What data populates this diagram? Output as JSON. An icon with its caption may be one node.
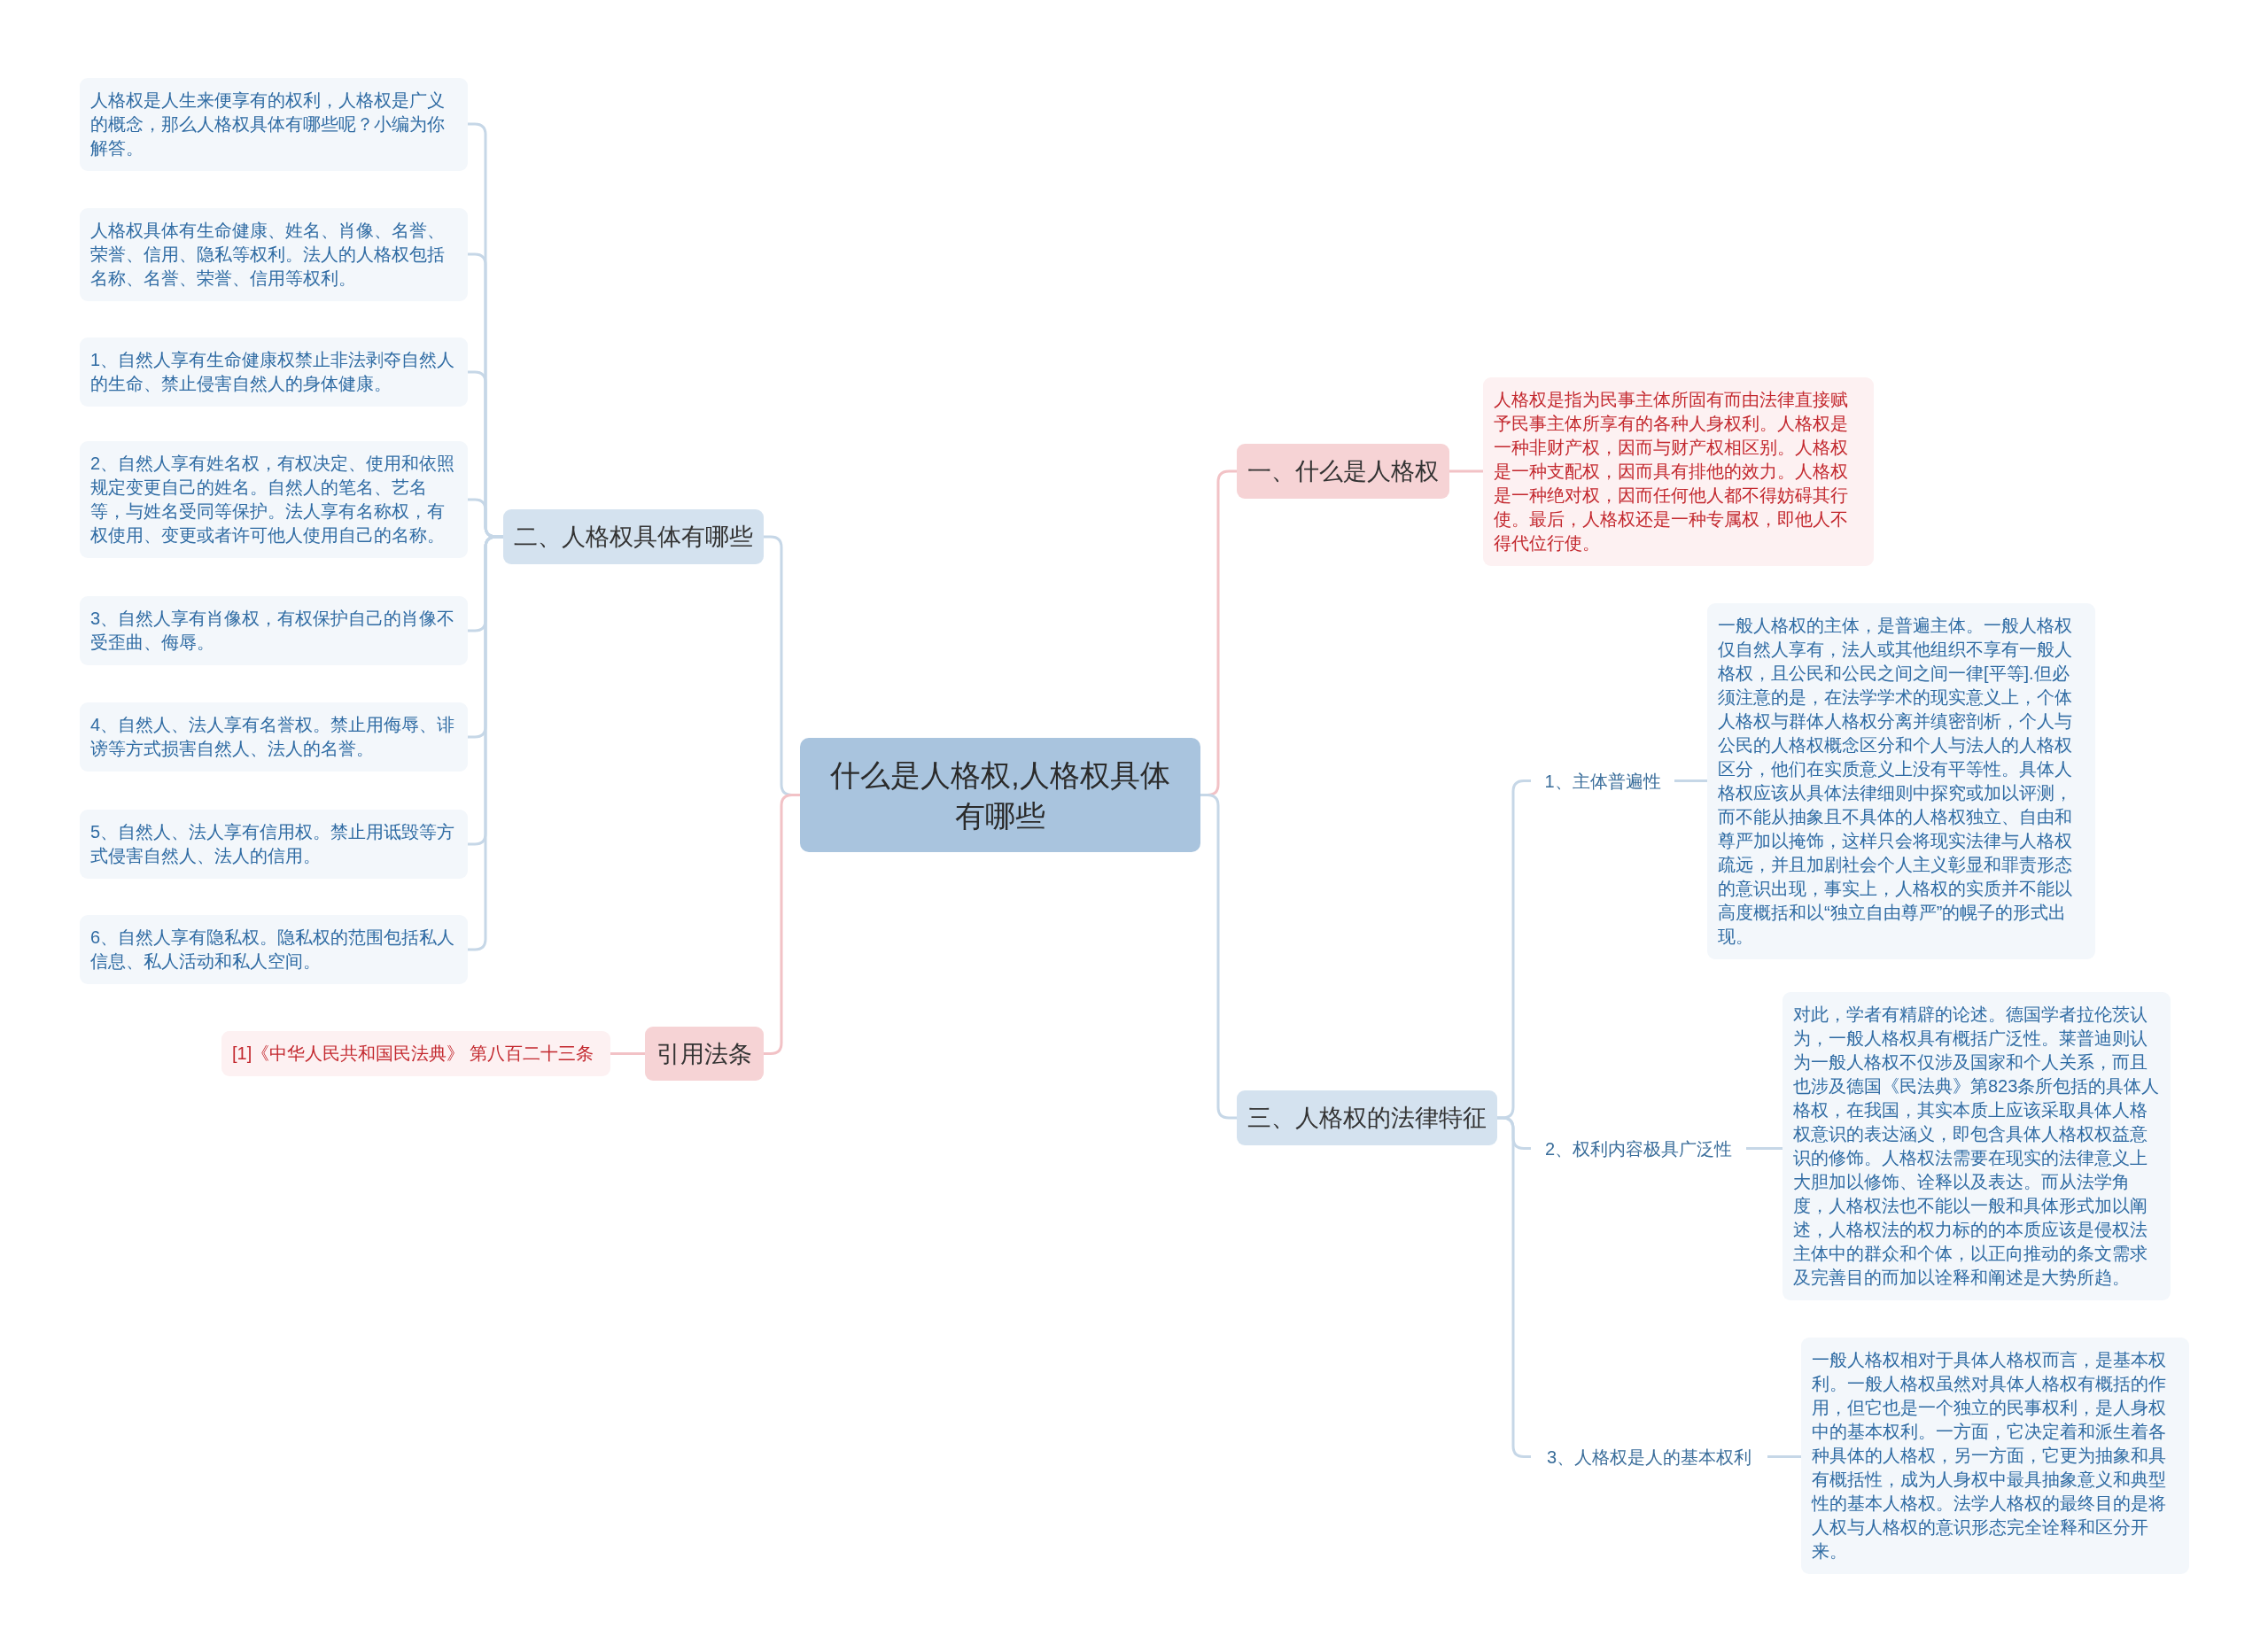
{
  "diagram": {
    "nodes": [
      {
        "text": [
          "什么是人格权,人格权具体有哪些"
        ]
      },
      {
        "text": [
          "一、什么是人格权"
        ]
      },
      {
        "text": [
          "人格权是指为民事主体所固有而由法律直接赋予民事主体所享有的各种人身权利。人格权是一种非财产权，因而与财产权相区别。人格权是一种支配权，因而具有排他的效力。人格权是一种绝对权，因而任何他人都不得妨碍其行使。最后，人格权还是一种专属权，即他人不得代位行使。"
        ]
      },
      {
        "text": [
          "二、人格权具体有哪些"
        ]
      },
      {
        "text": [
          "人格权是人生来便享有的权利，人格权是广义的概念，那么人格权具体有哪些呢？小编为你解答。"
        ]
      },
      {
        "text": [
          "人格权具体有生命健康、姓名、肖像、名誉、荣誉、信用、隐私等权利。法人的人格权包括名称、名誉、荣誉、信用等权利。"
        ]
      },
      {
        "text": [
          "1、自然人享有生命健康权禁止非法剥夺自然人的生命、禁止侵害自然人的身体健康。"
        ]
      },
      {
        "text": [
          "2、自然人享有姓名权，有权决定、使用和依照规定变更自己的姓名。自然人的笔名、艺名等，与姓名受同等保护。法人享有名称权，有权使用、变更或者许可他人使用自己的名称。"
        ]
      },
      {
        "text": [
          "3、自然人享有肖像权，有权保护自己的肖像不受歪曲、侮辱。"
        ]
      },
      {
        "text": [
          "4、自然人、法人享有名誉权。禁止用侮辱、诽谤等方式损害自然人、法人的名誉。"
        ]
      },
      {
        "text": [
          "5、自然人、法人享有信用权。禁止用诋毁等方式侵害自然人、法人的信用。"
        ]
      },
      {
        "text": [
          "6、自然人享有隐私权。隐私权的范围包括私人信息、私人活动和私人空间。"
        ]
      },
      {
        "text": [
          "三、人格权的法律特征"
        ]
      },
      {
        "text": [
          "1、主体普遍性"
        ]
      },
      {
        "text": [
          "一般人格权的主体，是普遍主体。一般人格权仅自然人享有，法人或其他组织不享有一般人格权，且公民和公民之间之间一律[平等].但必须注意的是，在法学学术的现实意义上，个体人格权与群体人格权分离并缜密剖析，个人与公民的人格权概念区分和个人与法人的人格权区分，他们在实质意义上没有平等性。具体人格权应该从具体法律细则中探究或加以评测，而不能从抽象且不具体的人格权独立、自由和尊严加以掩饰，这样只会将现实法律与人格权疏远，并且加剧社会个人主义彰显和罪责形态的意识出现，事实上，人格权的实质并不能以高度概括和以“独立自由尊严”的幌子的形式出现。"
        ]
      },
      {
        "text": [
          "2、权利内容极具广泛性"
        ]
      },
      {
        "text": [
          "对此，学者有精辟的论述。德国学者拉伦茨认为，一般人格权具有概括广泛性。莱普迪则认为一般人格权不仅涉及国家和个人关系，而且也涉及德国《民法典》第823条所包括的具体人格权，在我国，其实本质上应该采取具体人格权意识的表达涵义，即包含具体人格权权益意识的修饰。人格权法需要在现实的法律意义上大胆加以修饰、诠释以及表达。而从法学角度，人格权法也不能以一般和具体形式加以阐述，人格权法的权力标的的本质应该是侵权法主体中的群众和个体，以正向推动的条文需求及完善目的而加以诠释和阐述是大势所趋。"
        ]
      },
      {
        "text": [
          "3、人格权是人的基本权利"
        ]
      },
      {
        "text": [
          "一般人格权相对于具体人格权而言，是基本权利。一般人格权虽然对具体人格权有概括的作用，但它也是一个独立的民事权利，是人身权中的基本权利。一方面，它决定着和派生着各种具体的人格权，另一方面，它更为抽象和具有概括性，成为人身权中最具抽象意义和典型性的基本人格权。法学人格权的最终目的是将人权与人格权的意识形态完全诠释和区分开来。"
        ]
      },
      {
        "text": [
          "引用法条"
        ]
      },
      {
        "text": [
          "[1]《中华人民共和国民法典》 第八百二十三条"
        ]
      }
    ],
    "edges": [
      {
        "from": 0,
        "to": 1,
        "arrow": "none",
        "color": "#f2c2c6"
      },
      {
        "from": 1,
        "to": 2,
        "arrow": "none",
        "color": "#f2c2c6"
      },
      {
        "from": 0,
        "to": 3,
        "arrow": "none"
      },
      {
        "from": 3,
        "to": 4,
        "arrow": "none"
      },
      {
        "from": 3,
        "to": 5,
        "arrow": "none"
      },
      {
        "from": 3,
        "to": 6,
        "arrow": "none"
      },
      {
        "from": 3,
        "to": 7,
        "arrow": "none"
      },
      {
        "from": 3,
        "to": 8,
        "arrow": "none"
      },
      {
        "from": 3,
        "to": 9,
        "arrow": "none"
      },
      {
        "from": 3,
        "to": 10,
        "arrow": "none"
      },
      {
        "from": 3,
        "to": 11,
        "arrow": "none"
      },
      {
        "from": 0,
        "to": 12,
        "arrow": "none"
      },
      {
        "from": 12,
        "to": 13,
        "arrow": "none"
      },
      {
        "from": 13,
        "to": 14,
        "arrow": "none"
      },
      {
        "from": 12,
        "to": 15,
        "arrow": "none"
      },
      {
        "from": 15,
        "to": 16,
        "arrow": "none"
      },
      {
        "from": 12,
        "to": 17,
        "arrow": "none"
      },
      {
        "from": 17,
        "to": 18,
        "arrow": "none"
      },
      {
        "from": 0,
        "to": 19,
        "arrow": "none",
        "color": "#f2c2c6"
      },
      {
        "from": 19,
        "to": 20,
        "arrow": "none",
        "color": "#f2c2c6"
      }
    ]
  }
}
